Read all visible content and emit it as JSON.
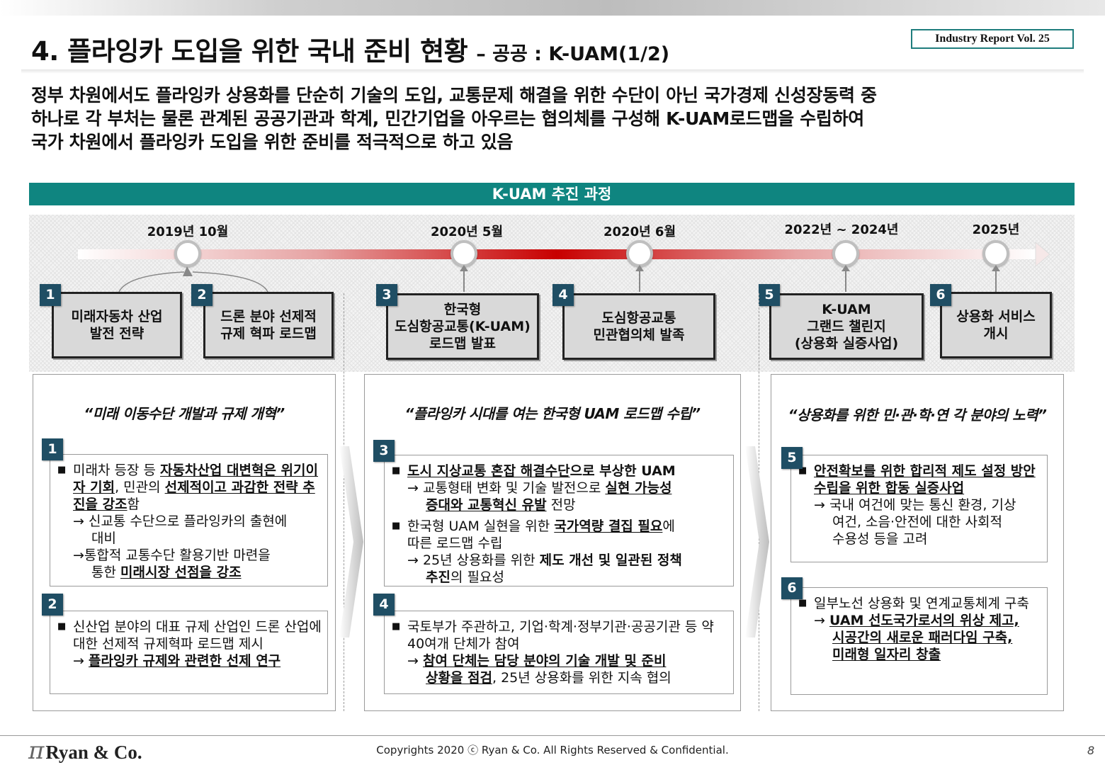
{
  "header": {
    "title": "4. 플라잉카 도입을 위한 국내 준비 현황",
    "subtitle": "– 공공 : K-UAM(1/2)",
    "badge": "Industry Report Vol. 25"
  },
  "intro": {
    "lines": [
      "정부 차원에서도 플라잉카 상용화를 단순히 기술의 도입, 교통문제 해결을 위한 수단이 아닌 국가경제 신성장동력 중",
      "하나로 각 부처는 물론 관계된 공공기관과 학계, 민간기업을 아우르는 협의체를 구성해 K-UAM로드맵을 수립하여",
      "국가 차원에서 플라잉카 도입을 위한 준비를 적극적으로 하고 있음"
    ]
  },
  "section": {
    "title": "K-UAM 추진 과정"
  },
  "timeline": {
    "dates": [
      "2019년 10월",
      "2020년 5월",
      "2020년 6월",
      "2022년 ~ 2024년",
      "2025년"
    ]
  },
  "events": [
    {
      "num": "1",
      "label": "미래자동차 산업\n발전 전략"
    },
    {
      "num": "2",
      "label": "드론 분야 선제적\n규제 혁파 로드맵"
    },
    {
      "num": "3",
      "label": "한국형\n도심항공교통(K-UAM)\n로드맵 발표"
    },
    {
      "num": "4",
      "label": "도심항공교통\n민관협의체 발족"
    },
    {
      "num": "5",
      "label": "K-UAM\n그랜드 챌린지\n(상용화 실증사업)"
    },
    {
      "num": "6",
      "label": "상용화 서비스\n개시"
    }
  ],
  "panels": [
    {
      "quote": "“미래 이동수단 개발과 규제 개혁”"
    },
    {
      "quote": "“플라잉카 시대를 여는 한국형 UAM 로드맵 수립”"
    },
    {
      "quote": "“상용화를 위한 민·관·학·연 각 분야의 노력”"
    }
  ],
  "details": {
    "d1": {
      "num": "1",
      "t1": "미래차 등장 등 ",
      "t2": "자동차산업 대변혁은 위기이자 기회",
      "t3": ", 민관의 ",
      "t4": "선제적이고 과감한 전략 추진을 강조",
      "t5": "함",
      "t6": "→ 신교통 수단으로 플라잉카의 출현에",
      "t7": "대비",
      "t8": "→통합적 교통수단 활용기반 마련을",
      "t9": "통한 ",
      "t10": "미래시장 선점을 강조"
    },
    "d2": {
      "num": "2",
      "t1": "신산업 분야의 대표 규제 산업인 드론 산업에 대한 선제적 규제혁파 로드맵 제시",
      "t2": "→ ",
      "t3": "플라잉카 규제와 관련한 선제 연구"
    },
    "d3": {
      "num": "3",
      "t1": "도시 지상교통 혼잡 해결수단",
      "t2": "으로 부상한 UAM",
      "t3": "→ 교통형태 변화 및 기술 발전으로 ",
      "t4": "실현 가능성",
      "t5": "증대와 교통혁신 유발",
      "t6": " 전망",
      "t7": "한국형 UAM 실현을 위한 ",
      "t8": "국가역량 결집 필요",
      "t9": "에",
      "t10": "따른 로드맵 수립",
      "t11": "→ 25년 상용화를 위한 ",
      "t12": "제도 개선 및 일관된 정책",
      "t13": "추진",
      "t14": "의 필요성"
    },
    "d4": {
      "num": "4",
      "t1": "국토부가 주관하고, 기업·학계·정부기관·공공기관 등 약 40여개 단체가 참여",
      "t2": "→ ",
      "t3": "참여 단체는 담당 분야의 기술 개발 및 준비",
      "t4": "상황을 점검",
      "t5": ", 25년 상용화를 위한 지속 협의"
    },
    "d5": {
      "num": "5",
      "t1": "안전확보를 위한 합리적 제도 설정 방안 수립을 위한 합동 실증사업",
      "t2": "→ 국내 여건에 맞는 통신 환경, 기상",
      "t3": "여건, 소음·안전에 대한 사회적",
      "t4": "수용성 등을 고려"
    },
    "d6": {
      "num": "6",
      "t1": "일부노선 상용화 및 연계교통체계 구축",
      "t2": "→ ",
      "t3": "UAM 선도국가로서의 위상 제고,",
      "t4": "시공간의 새로운 패러다임 구축,",
      "t5": "미래형 일자리 창출"
    }
  },
  "footer": {
    "logo": "Ryan & Co.",
    "copyright": "Copyrights 2020 ⓒ Ryan & Co. All Rights Reserved & Confidential.",
    "page": "8"
  }
}
